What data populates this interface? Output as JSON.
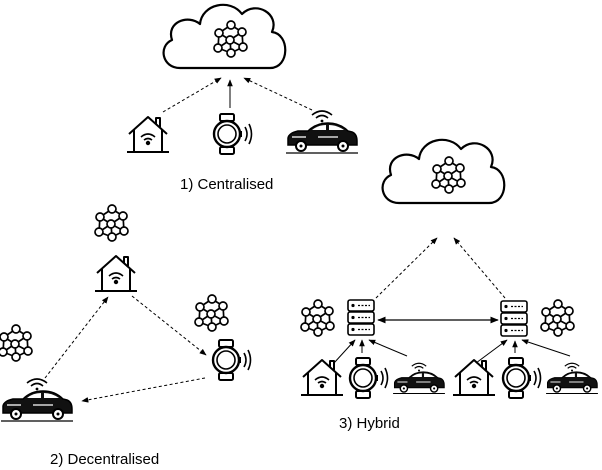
{
  "diagram": {
    "captions": {
      "centralised": "1) Centralised",
      "decentralised": "2) Decentralised",
      "hybrid": "3) Hybrid"
    },
    "colors": {
      "stroke": "#000000",
      "fill": "#ffffff",
      "car_body": "#111111"
    },
    "icons": [
      "cloud-icon",
      "neural-network-icon",
      "smart-home-icon",
      "smartwatch-icon",
      "connected-car-icon",
      "edge-server-icon"
    ]
  }
}
